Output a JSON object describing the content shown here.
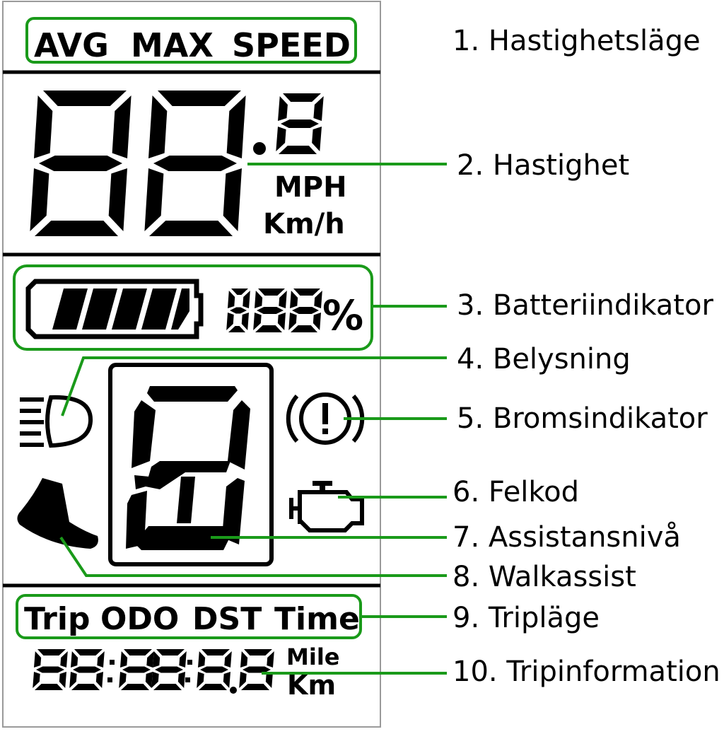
{
  "display": {
    "mode_labels": [
      "AVG",
      "MAX",
      "SPEED"
    ],
    "speed_units": [
      "MPH",
      "Km/h"
    ],
    "battery_percent_symbol": "%",
    "trip_mode_labels": [
      "Trip",
      "ODO",
      "DST",
      "Time"
    ],
    "trip_units": [
      "Mile",
      "Km"
    ]
  },
  "callouts": [
    {
      "label": "1. Hastighetsläge"
    },
    {
      "label": "2. Hastighet"
    },
    {
      "label": "3. Batteriindikator"
    },
    {
      "label": "4. Belysning"
    },
    {
      "label": "5. Bromsindikator"
    },
    {
      "label": "6. Felkod"
    },
    {
      "label": "7. Assistansnivå"
    },
    {
      "label": "8. Walkassist"
    },
    {
      "label": "9. Tripläge"
    },
    {
      "label": "10. Tripinformation"
    }
  ],
  "colors": {
    "highlight": "#1a9a1a",
    "lcd": "#000000",
    "frame": "#9a9a9a"
  }
}
